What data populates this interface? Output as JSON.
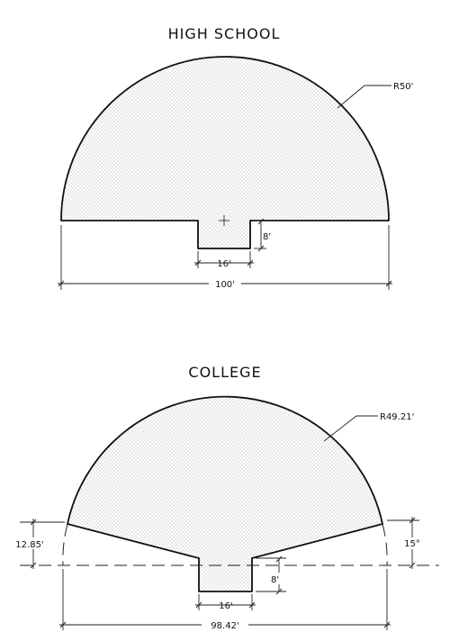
{
  "high_school": {
    "title": "HIGH SCHOOL",
    "radius_label": "R50'",
    "slot_depth_label": "8'",
    "slot_width_label": "16'",
    "total_width_label": "100'"
  },
  "college": {
    "title": "COLLEGE",
    "radius_label": "R49.21'",
    "side_height_label": "12.85'",
    "angle_label": "15°",
    "slot_depth_label": "8'",
    "slot_width_label": "16'",
    "total_width_label": "98.42'"
  },
  "colors": {
    "ink": "#111111",
    "stipple": "#777777",
    "paper": "#ffffff"
  }
}
